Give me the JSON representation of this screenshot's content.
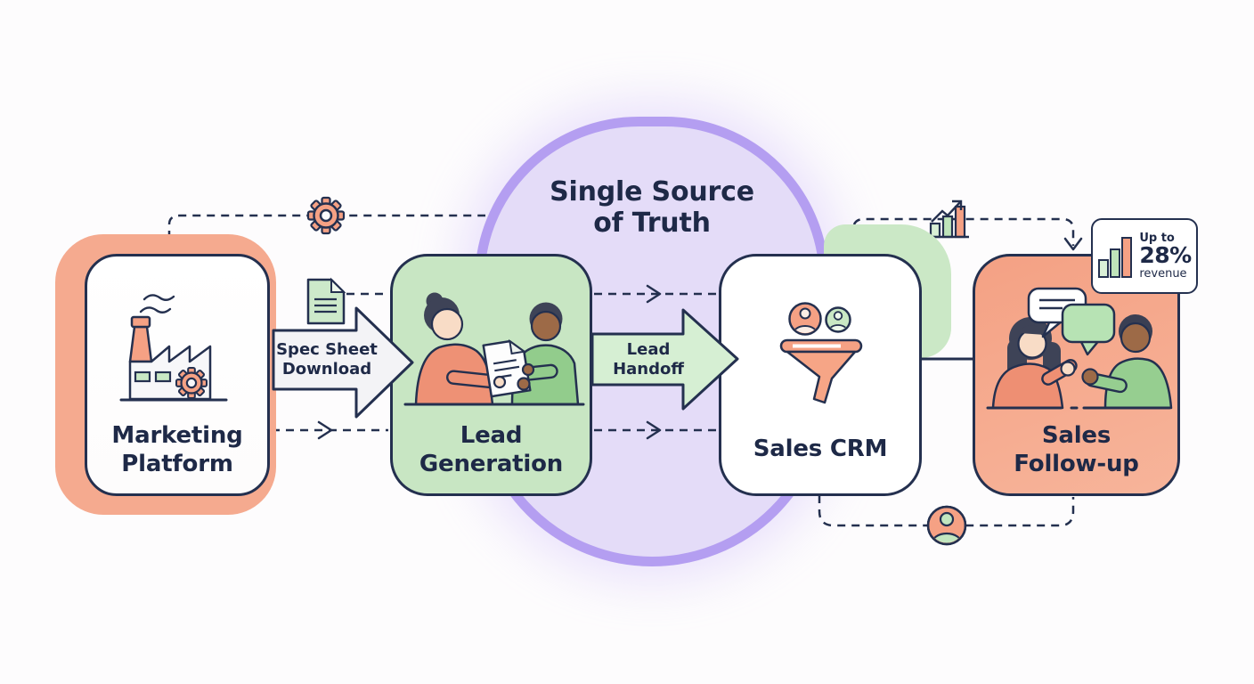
{
  "diagram": {
    "hub": {
      "label": "Single Source\nof Truth"
    },
    "nodes": [
      {
        "id": "marketing-platform",
        "label": "Marketing\nPlatform",
        "icon": "factory-icon"
      },
      {
        "id": "lead-generation",
        "label": "Lead\nGeneration",
        "icon": "document-handoff-illustration"
      },
      {
        "id": "sales-crm",
        "label": "Sales CRM",
        "icon": "lead-funnel-icon"
      },
      {
        "id": "sales-follow-up",
        "label": "Sales\nFollow-up",
        "icon": "conversation-illustration"
      }
    ],
    "arrows": [
      {
        "id": "spec-sheet-download",
        "label": "Spec Sheet\nDownload"
      },
      {
        "id": "lead-handoff",
        "label": "Lead\nHandoff"
      }
    ],
    "badge": {
      "prefix": "Up to",
      "value": "28%",
      "suffix": "revenue",
      "icon": "bar-chart-icon"
    },
    "floating_icons": [
      "gear-icon",
      "document-icon",
      "growth-chart-icon",
      "user-avatar-icon"
    ],
    "colors": {
      "navy": "#24304F",
      "salmon": "#F5A184",
      "salmon_offset": "#F5AA8F",
      "green_box": "#C8E6C3",
      "green_offset": "#CBE8C6",
      "green_accent": "#92CC8C",
      "purple_fill": "#E4DCF8",
      "purple_border": "#B49EF1",
      "arrow_download_fill": "#F3F3F6",
      "arrow_handoff_fill": "#D6EFD3"
    }
  }
}
